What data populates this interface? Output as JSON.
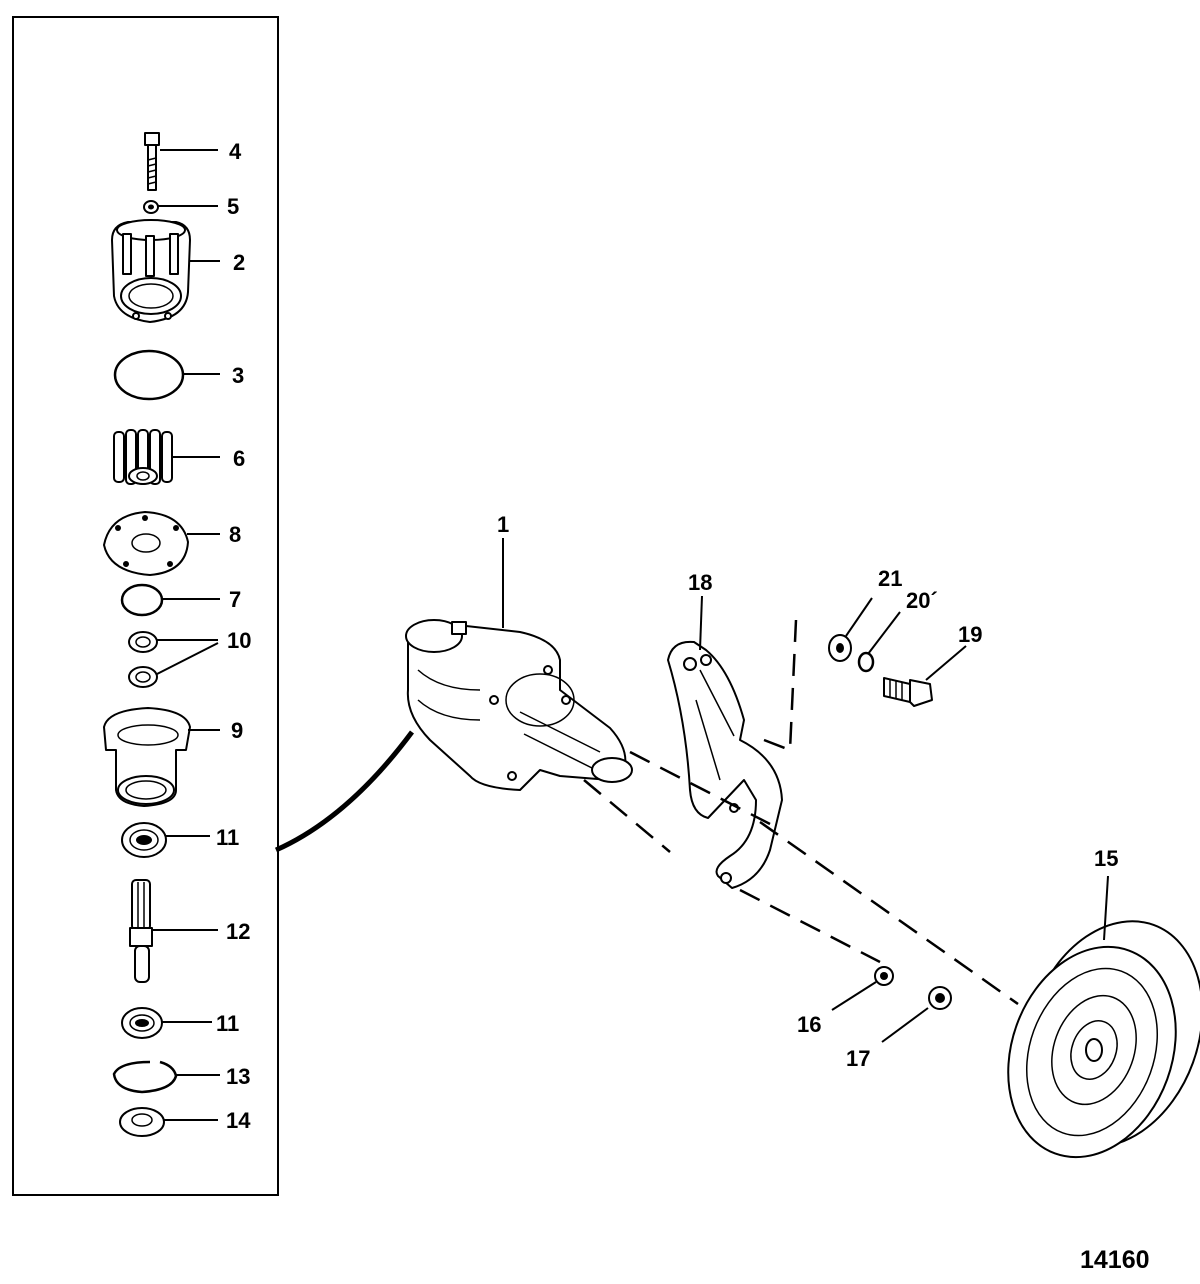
{
  "callouts": [
    {
      "id": "4",
      "label": "4"
    },
    {
      "id": "5",
      "label": "5"
    },
    {
      "id": "2",
      "label": "2"
    },
    {
      "id": "3",
      "label": "3"
    },
    {
      "id": "6",
      "label": "6"
    },
    {
      "id": "8",
      "label": "8"
    },
    {
      "id": "7",
      "label": "7"
    },
    {
      "id": "10",
      "label": "10"
    },
    {
      "id": "9",
      "label": "9"
    },
    {
      "id": "11a",
      "label": "11"
    },
    {
      "id": "12",
      "label": "12"
    },
    {
      "id": "11b",
      "label": "11"
    },
    {
      "id": "13",
      "label": "13"
    },
    {
      "id": "14",
      "label": "14"
    },
    {
      "id": "1",
      "label": "1"
    },
    {
      "id": "18",
      "label": "18"
    },
    {
      "id": "21",
      "label": "21"
    },
    {
      "id": "20",
      "label": "20´"
    },
    {
      "id": "19",
      "label": "19"
    },
    {
      "id": "15",
      "label": "15"
    },
    {
      "id": "16",
      "label": "16"
    },
    {
      "id": "17",
      "label": "17"
    }
  ],
  "figure_number": "14160"
}
